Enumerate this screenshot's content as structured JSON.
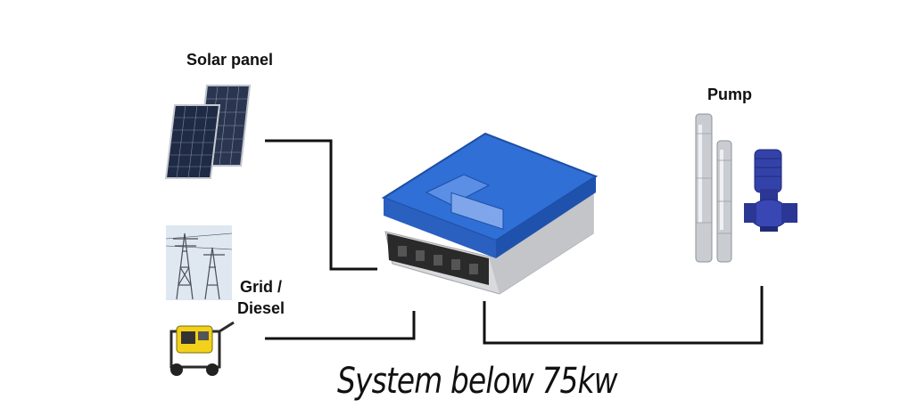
{
  "labels": {
    "solar_panel": "Solar panel",
    "pump": "Pump",
    "grid_line1": "Grid /",
    "grid_line2": "Diesel"
  },
  "title": "System below 75kw",
  "colors": {
    "inverter_blue": "#2f6fd6",
    "inverter_body": "#d9dadc",
    "line": "#111111",
    "pump_steel": "#c9ccd1",
    "motor_blue": "#3342a8"
  },
  "icons": [
    "solar-panel-icon",
    "power-tower-icon",
    "generator-icon",
    "inverter-icon",
    "submersible-pump-icon",
    "centrifugal-pump-icon"
  ]
}
